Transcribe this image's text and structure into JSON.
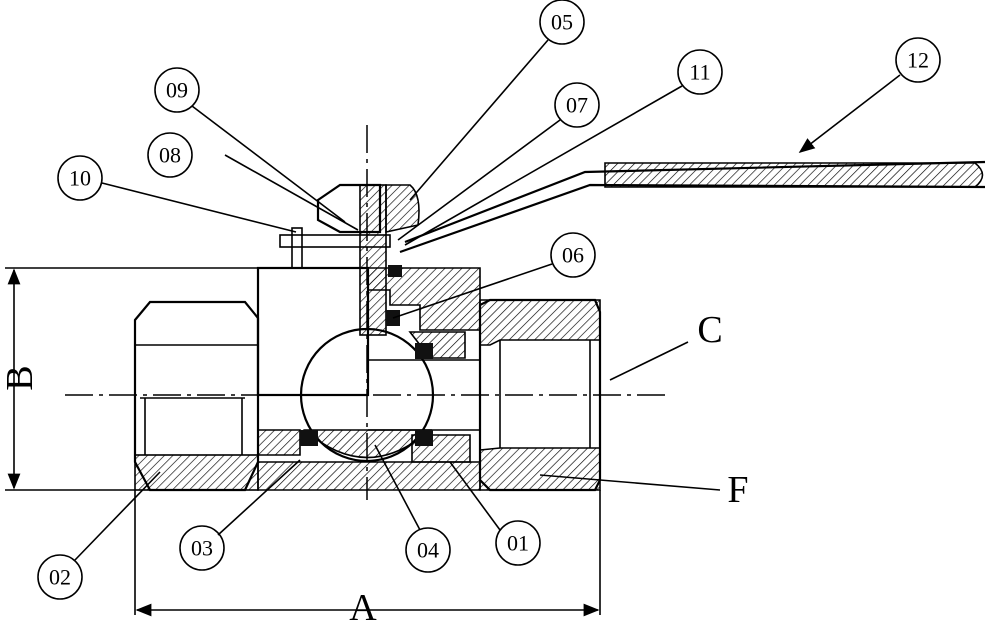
{
  "diagram": {
    "title": "Ball valve cross-section",
    "part_labels": [
      "01",
      "02",
      "03",
      "04",
      "05",
      "06",
      "07",
      "08",
      "09",
      "10",
      "11",
      "12"
    ],
    "dimension_labels": {
      "A": "A",
      "B": "B",
      "C": "C",
      "F": "F"
    }
  },
  "colors": {
    "line": "#000000",
    "background": "#ffffff"
  }
}
